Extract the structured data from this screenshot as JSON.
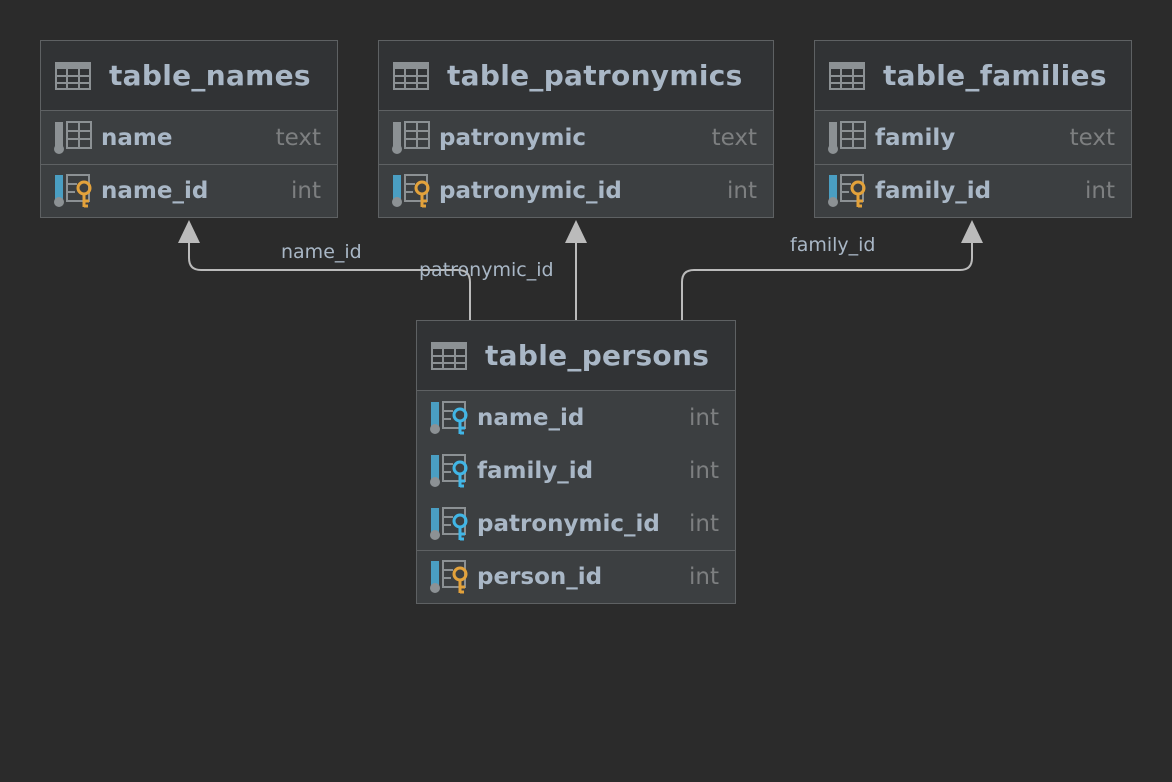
{
  "tables": [
    {
      "title": "table_names",
      "columns": [
        {
          "name": "name",
          "type": "text",
          "key": "none"
        },
        {
          "name": "name_id",
          "type": "int",
          "key": "primary"
        }
      ]
    },
    {
      "title": "table_patronymics",
      "columns": [
        {
          "name": "patronymic",
          "type": "text",
          "key": "none"
        },
        {
          "name": "patronymic_id",
          "type": "int",
          "key": "primary"
        }
      ]
    },
    {
      "title": "table_families",
      "columns": [
        {
          "name": "family",
          "type": "text",
          "key": "none"
        },
        {
          "name": "family_id",
          "type": "int",
          "key": "primary"
        }
      ]
    },
    {
      "title": "table_persons",
      "columns": [
        {
          "name": "name_id",
          "type": "int",
          "key": "foreign"
        },
        {
          "name": "family_id",
          "type": "int",
          "key": "foreign"
        },
        {
          "name": "patronymic_id",
          "type": "int",
          "key": "foreign"
        },
        {
          "name": "person_id",
          "type": "int",
          "key": "primary"
        }
      ]
    }
  ],
  "relations": [
    {
      "label": "name_id",
      "from": "table_persons",
      "to": "table_names"
    },
    {
      "label": "patronymic_id",
      "from": "table_persons",
      "to": "table_patronymics"
    },
    {
      "label": "family_id",
      "from": "table_persons",
      "to": "table_families"
    }
  ],
  "colors": {
    "background": "#2b2b2b",
    "table_body": "#3c3f41",
    "primary_key": "#e3a23b",
    "foreign_key": "#41b6e6",
    "connector": "#bbbbbb"
  },
  "icons": {
    "table": "table-grid-icon",
    "column": "column-icon",
    "primary_key": "primary-key-column-icon",
    "foreign_key": "foreign-key-column-icon"
  }
}
